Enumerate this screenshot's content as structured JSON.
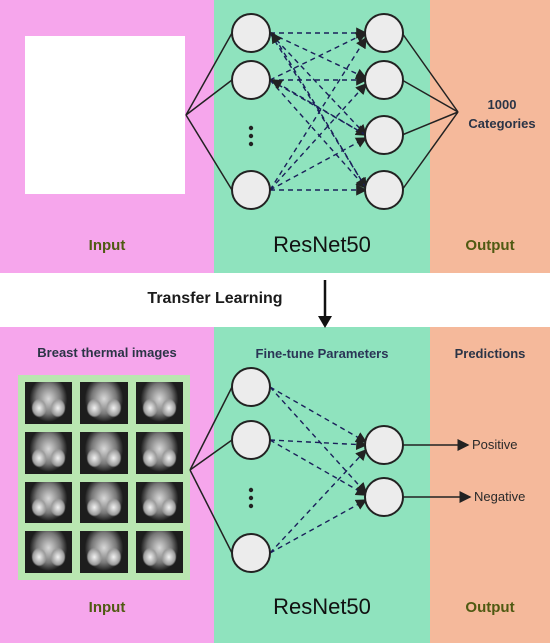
{
  "top": {
    "input_label": "Input",
    "network_label": "ResNet50",
    "output_label": "Output",
    "categories_line1": "1000",
    "categories_line2": "Categories"
  },
  "transfer_label": "Transfer Learning",
  "bottom": {
    "input_header": "Breast thermal images",
    "network_header": "Fine-tune Parameters",
    "output_header": "Predictions",
    "positive": "Positive",
    "negative": "Negative",
    "input_label": "Input",
    "network_label": "ResNet50",
    "output_label": "Output"
  },
  "colors": {
    "input_panel": "#f6a6ec",
    "network_panel": "#8fe3be",
    "output_panel": "#f5b99b"
  }
}
